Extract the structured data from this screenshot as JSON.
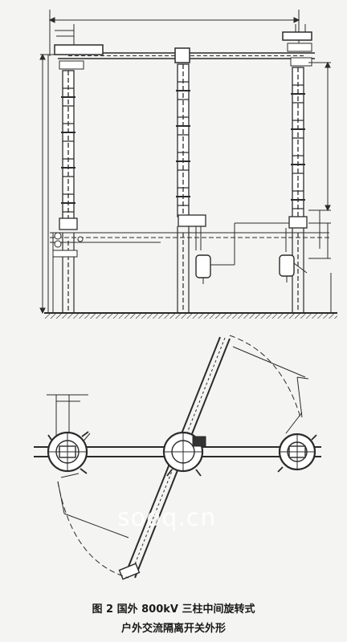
{
  "watermark": "sooq.cn",
  "caption": {
    "line1": "图 2  国外 800kV 三柱中间旋转式",
    "line2": "户外交流隔离开关外形"
  },
  "colors": {
    "line": "#2b2b2b",
    "fill": "#ffffff",
    "dark": "#333333",
    "background": "#f4f4f2"
  }
}
